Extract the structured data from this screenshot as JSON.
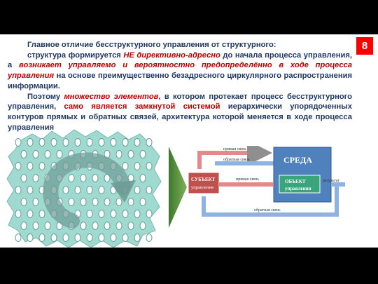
{
  "slide_number": "8",
  "text": {
    "line1": "Главное отличие бесструктурного управления от структурного:",
    "p1_a": "структура формируется ",
    "p1_b": "НЕ директивно-адресно",
    "p1_c": " до начала процесса управления, а ",
    "p1_d": "возникает управляемо и вероятностно предопределённо в ходе процесса управления",
    "p1_e": " на основе преимущественно безадресного циркулярного распространения информации.",
    "p2_a": "Поэтому ",
    "p2_b": "множество элементов",
    "p2_c": ", в котором протекает процесс бесструктурного управления, ",
    "p2_d": "само является замкнутой системой",
    "p2_e": " иерархически упорядоченных контуров прямых и обратных связей, архитектура которой меняется в ходе процесса управления"
  },
  "diagram": {
    "sreda": "СРЕДА",
    "subject_line1": "СУБЪЕКТ",
    "subject_line2": "управления",
    "object_line1": "ОБЪЕКТ",
    "object_line2": "управления",
    "pryamaya_top": "прямая связь",
    "obratnaya_top": "обратная связь",
    "pryamaya_mid": "прямая связь",
    "rezultat": "результат",
    "obratnaya_bottom": "обратная связь"
  },
  "colors": {
    "badge": "#ff0000",
    "text_blue": "#1f3864",
    "accent_red": "#c00000",
    "blob_fill": "#9fd9cf",
    "sreda_fill": "#4f81bd",
    "object_fill": "#3aa57c",
    "subject_fill": "#c0504d",
    "arrow_fill": "#5a8f3a"
  }
}
